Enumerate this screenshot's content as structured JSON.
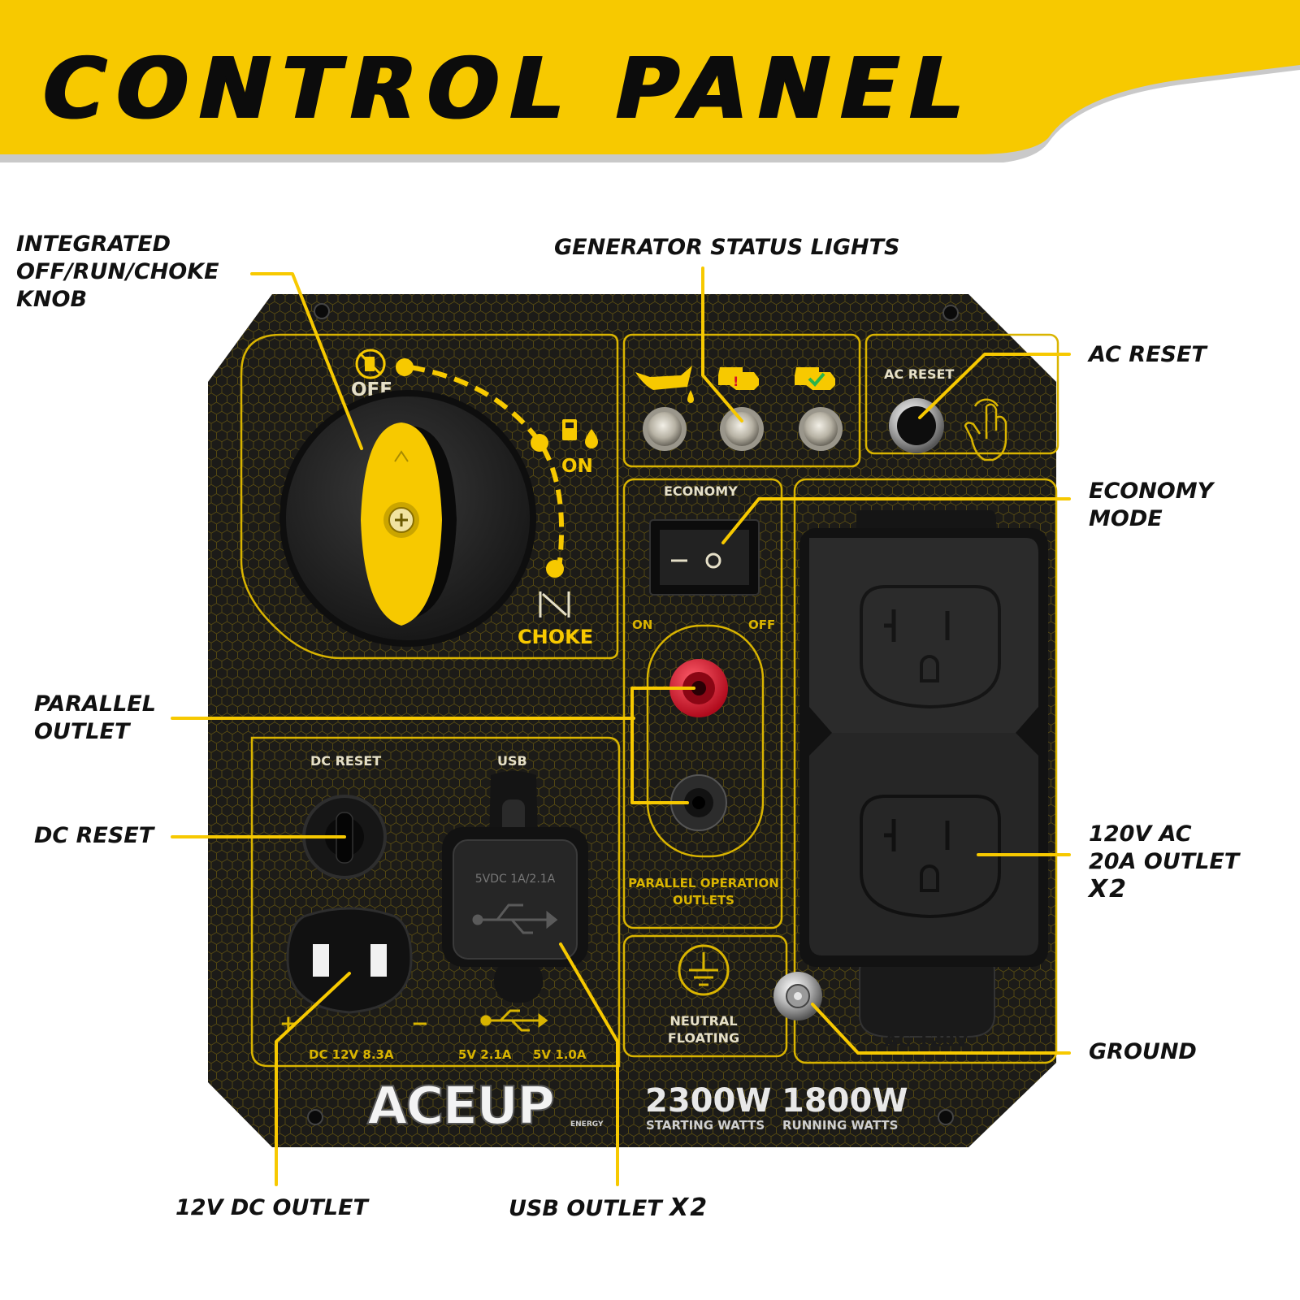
{
  "header": {
    "title": "CONTROL PANEL"
  },
  "callouts": {
    "knob": [
      "INTEGRATED",
      "OFF/RUN/CHOKE",
      "KNOB"
    ],
    "status_lights": "GENERATOR STATUS LIGHTS",
    "ac_reset": "AC RESET",
    "economy": [
      "ECONOMY",
      "MODE"
    ],
    "parallel": [
      "PARALLEL",
      "OUTLET"
    ],
    "dc_reset": "DC RESET",
    "ac_outlet": [
      "120V AC",
      "20A OUTLET"
    ],
    "ac_outlet_x2": "X2",
    "ground": "GROUND",
    "dc_outlet": "12V DC OUTLET",
    "usb_outlet": "USB OUTLET",
    "usb_outlet_x2": "X2"
  },
  "panel": {
    "knob_off": "OFF",
    "knob_on": "ON",
    "knob_choke": "CHOKE",
    "ac_reset_label": "AC RESET",
    "economy_label": "ECONOMY",
    "economy_on": "ON",
    "economy_off": "OFF",
    "parallel_label": [
      "PARALLEL OPERATION",
      "OUTLETS"
    ],
    "dc_reset_label": "DC RESET",
    "usb_label": "USB",
    "usb_cap_text": "5VDC 1A/2.1A",
    "dc_rating": "DC 12V 8.3A",
    "usb_rating_1": "5V 2.1A",
    "usb_rating_2": "5V 1.0A",
    "dc_plus": "+",
    "dc_minus": "−",
    "neutral_label": [
      "NEUTRAL",
      "FLOATING"
    ],
    "ac_label": "AC 120V",
    "brand_main": "ACEUP",
    "brand_sub": "ENERGY",
    "starting_watts": "2300W",
    "starting_watts_label": "STARTING WATTS",
    "running_watts": "1800W",
    "running_watts_label": "RUNNING WATTS"
  },
  "colors": {
    "brand_yellow": "#f7c900",
    "panel_black": "#1c1b18",
    "accent_red": "#d4122a"
  }
}
